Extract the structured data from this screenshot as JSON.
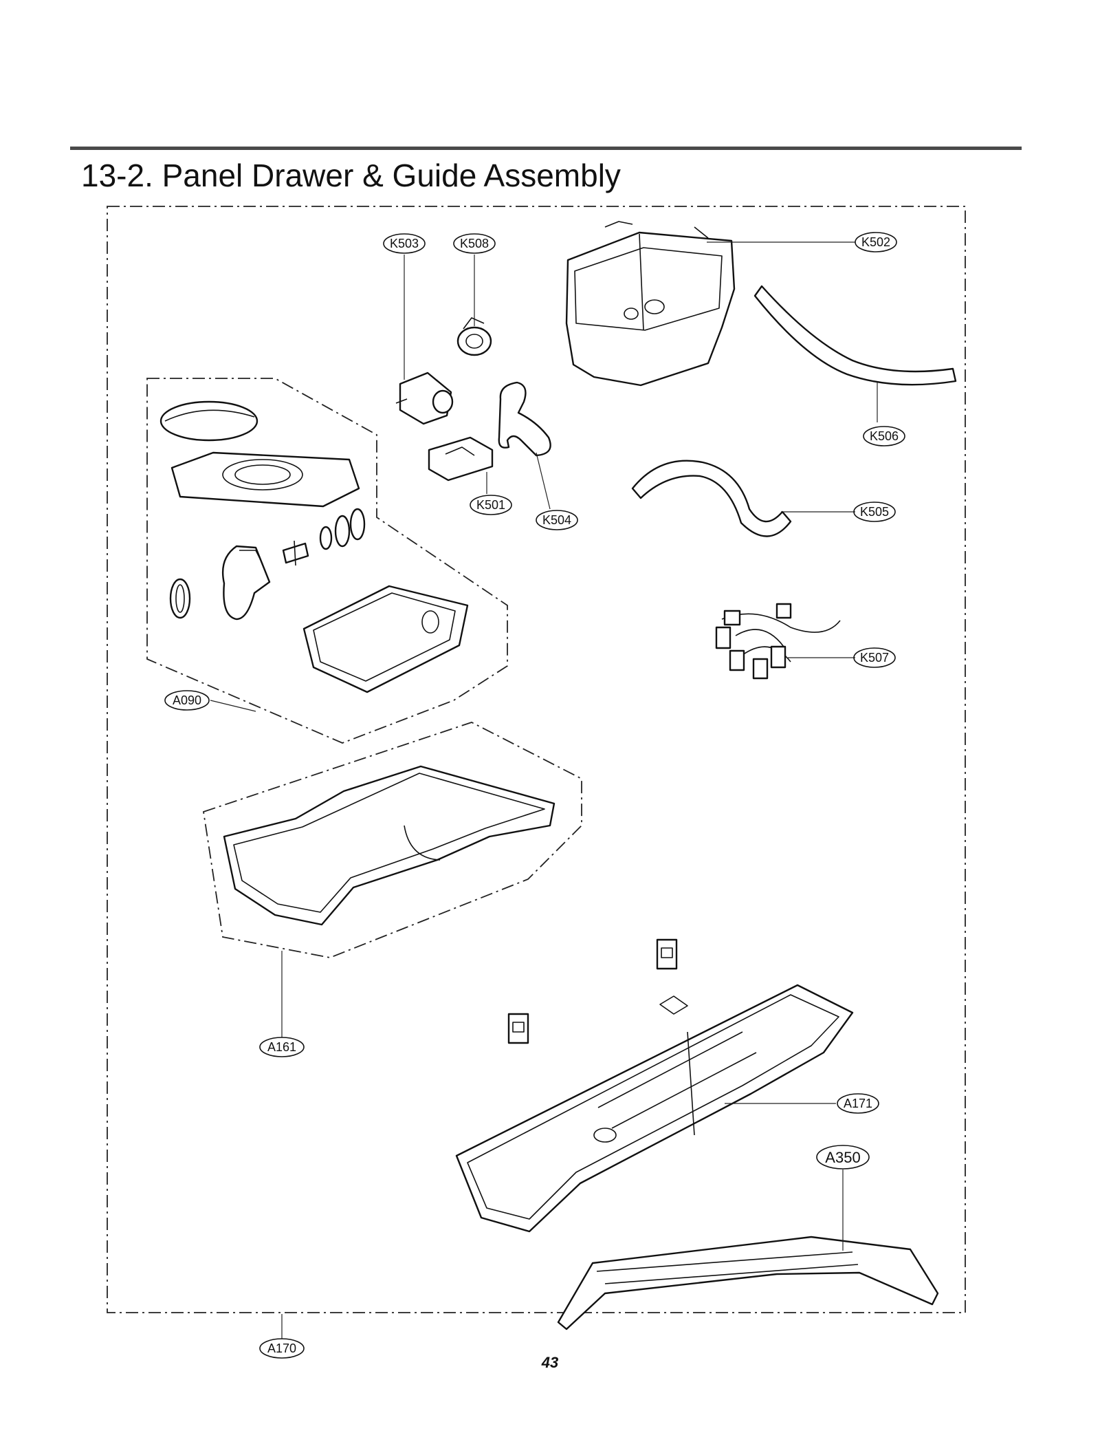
{
  "page": {
    "title": "13-2. Panel Drawer & Guide Assembly",
    "page_number": "43"
  },
  "callouts": {
    "K503": "K503",
    "K508": "K508",
    "K502": "K502",
    "K506": "K506",
    "K501": "K501",
    "K504": "K504",
    "K505": "K505",
    "K507": "K507",
    "A090": "A090",
    "A161": "A161",
    "A171": "A171",
    "A350": "A350",
    "A170": "A170"
  }
}
